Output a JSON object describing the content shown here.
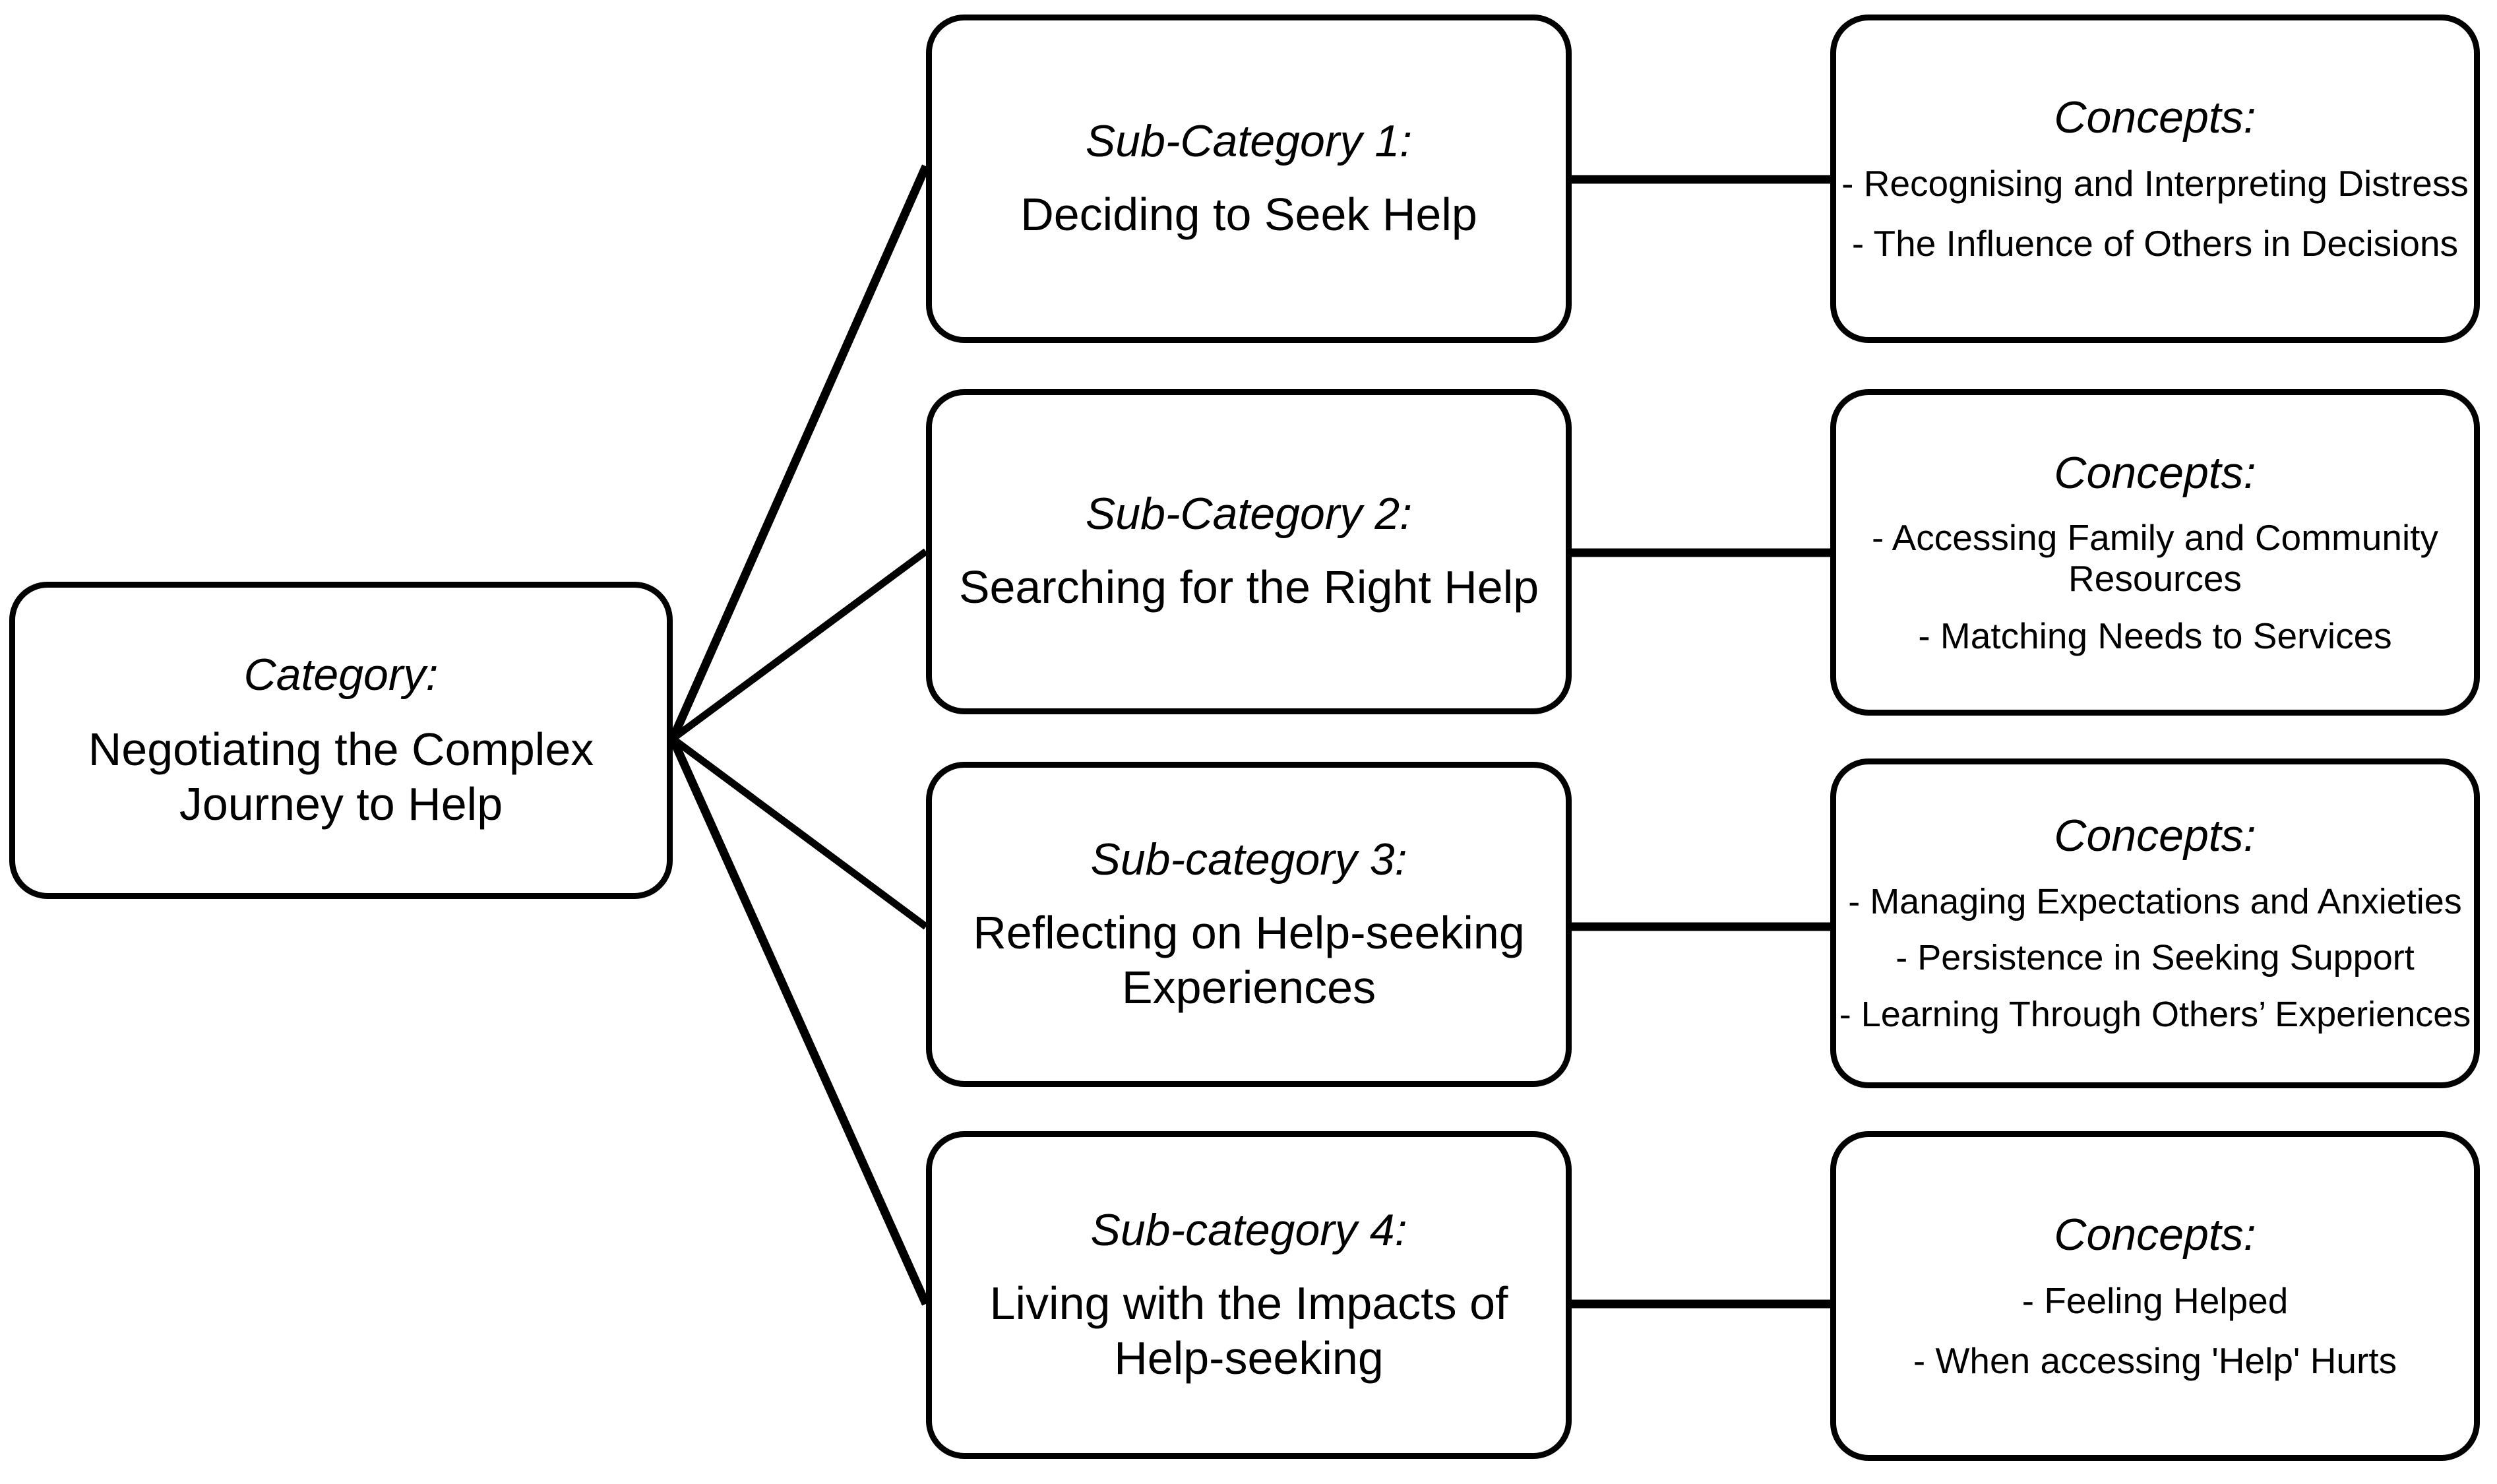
{
  "diagram": {
    "type": "hierarchical-thematic-map",
    "background_color": "#ffffff",
    "line_color": "#000000",
    "text_color": "#000000"
  },
  "category": {
    "heading": "Category:",
    "title": "Negotiating the Complex Journey to Help"
  },
  "subcategories": [
    {
      "heading": "Sub-Category 1:",
      "title": "Deciding to Seek Help",
      "concepts_heading": "Concepts:",
      "concepts": [
        "- Recognising and Interpreting Distress",
        "- The Influence of Others in Decisions"
      ]
    },
    {
      "heading": "Sub-Category 2:",
      "title": "Searching for the Right Help",
      "concepts_heading": "Concepts:",
      "concepts": [
        "- Accessing Family and Community Resources",
        "- Matching Needs to Services"
      ]
    },
    {
      "heading": "Sub-category 3:",
      "title": "Reflecting on Help-seeking Experiences",
      "concepts_heading": "Concepts:",
      "concepts": [
        "- Managing Expectations and Anxieties",
        "- Persistence in Seeking Support",
        "- Learning Through Others’ Experiences"
      ]
    },
    {
      "heading": "Sub-category 4:",
      "title": "Living with the Impacts of Help-seeking",
      "concepts_heading": "Concepts:",
      "concepts": [
        "- Feeling Helped",
        "- When accessing 'Help' Hurts"
      ]
    }
  ]
}
